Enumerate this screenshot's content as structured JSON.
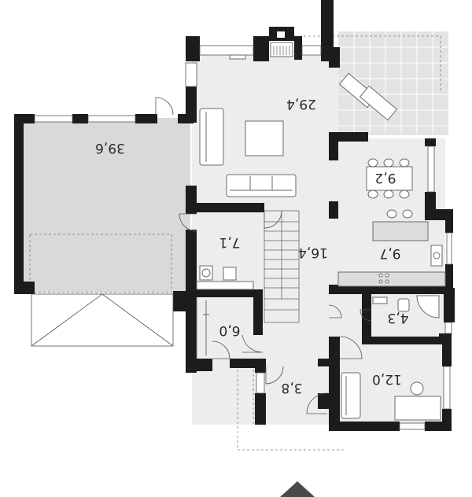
{
  "plan": {
    "areas": {
      "living": "29,4",
      "garage": "39,6",
      "dining": "9,2",
      "hall": "16,4",
      "kitchen": "9,7",
      "utility": "7,1",
      "boiler": "6,0",
      "bath": "4,3",
      "vestibule": "3,8",
      "office": "12,0"
    },
    "colors": {
      "wall": "#1c1c1c",
      "room": "#ededed",
      "garage": "#d9d9d9",
      "terrace": "#e3e3e3",
      "furniture_stroke": "#6a6a6a"
    }
  }
}
